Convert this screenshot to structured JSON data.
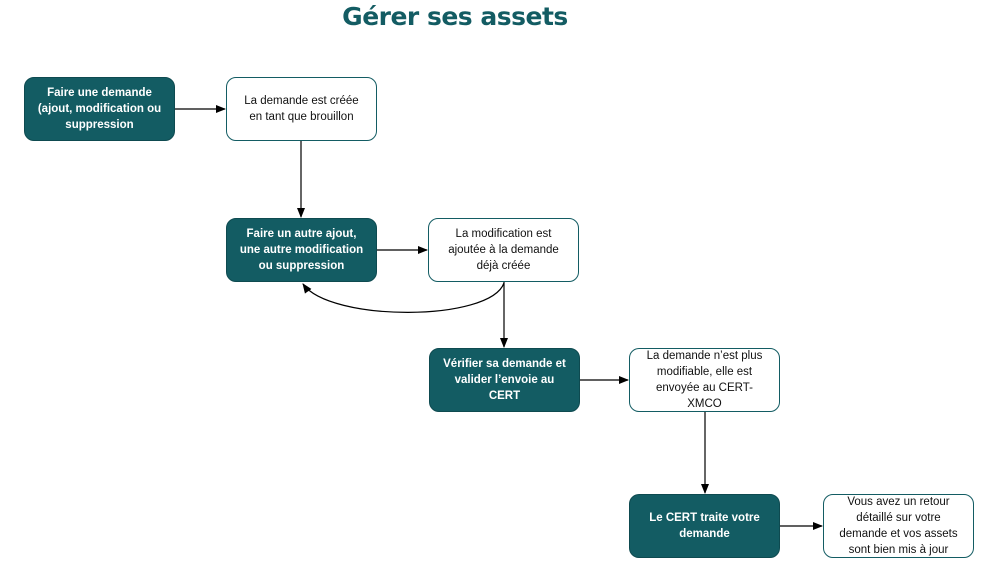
{
  "title": "Gérer ses assets",
  "colors": {
    "action_fill": "#135c63",
    "result_border": "#135c63",
    "title": "#135c63",
    "connector": "#000000"
  },
  "steps": [
    {
      "action": "Faire une demande\n(ajout, modification ou\nsuppression",
      "result": "La demande est créée\nen tant que brouillon"
    },
    {
      "action": "Faire un autre ajout,\nune autre modification\nou suppression",
      "result": "La modification est\najoutée à la demande\ndéjà créée"
    },
    {
      "action": "Vérifier sa demande et\nvalider l’envoie au\nCERT",
      "result": "La demande n’est plus\nmodifiable, elle est\nenvoyée au CERT-\nXMCO"
    },
    {
      "action": "Le CERT traite votre\ndemande",
      "result": "Vous avez un retour\ndétaillé sur votre\ndemande et vos assets\nsont bien mis à jour"
    }
  ],
  "connectors": [
    {
      "from": "step-1-action",
      "to": "step-1-result",
      "kind": "arrow"
    },
    {
      "from": "step-1-result",
      "to": "step-2-action",
      "kind": "arrow"
    },
    {
      "from": "step-2-action",
      "to": "step-2-result",
      "kind": "arrow"
    },
    {
      "from": "step-2-result",
      "to": "step-2-action",
      "kind": "loop-back"
    },
    {
      "from": "step-2-result",
      "to": "step-3-action",
      "kind": "arrow"
    },
    {
      "from": "step-3-action",
      "to": "step-3-result",
      "kind": "arrow"
    },
    {
      "from": "step-3-result",
      "to": "step-4-action",
      "kind": "arrow"
    },
    {
      "from": "step-4-action",
      "to": "step-4-result",
      "kind": "arrow"
    }
  ]
}
